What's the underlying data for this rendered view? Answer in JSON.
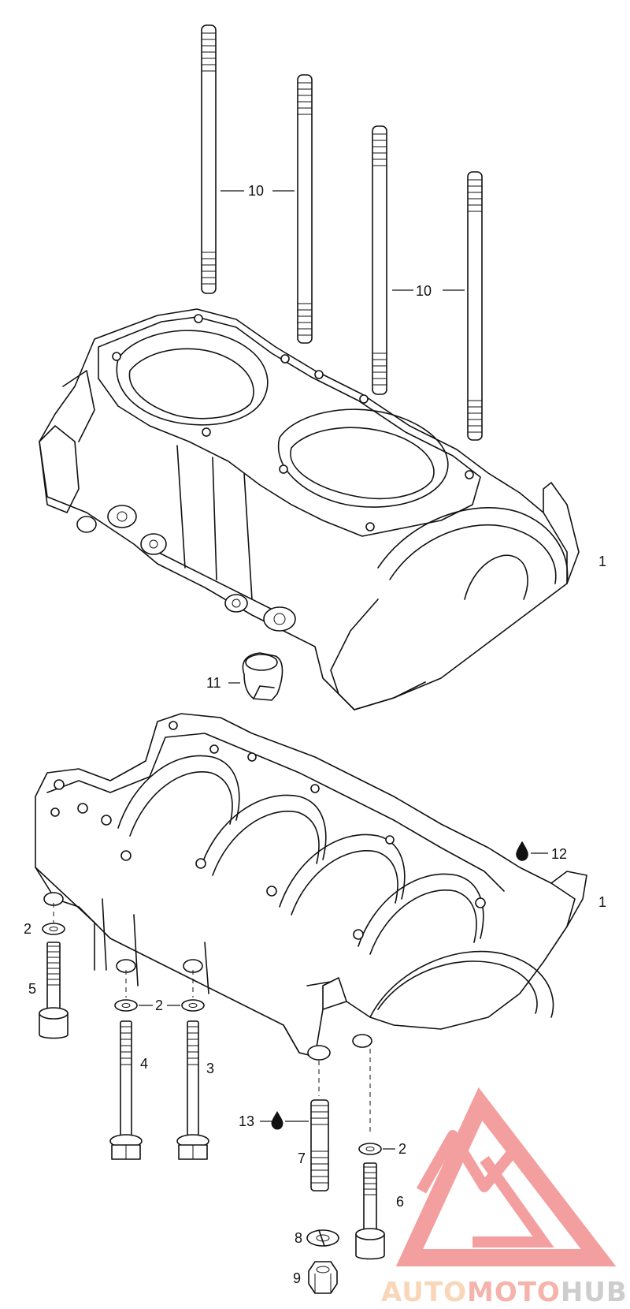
{
  "callouts": {
    "c1_top": "1",
    "c1_bottom": "1",
    "c2_left": "2",
    "c2_mid": "2",
    "c2_right": "2",
    "c3": "3",
    "c4": "4",
    "c5": "5",
    "c6": "6",
    "c7": "7",
    "c8": "8",
    "c9": "9",
    "c10_left": "10",
    "c10_right": "10",
    "c11": "11",
    "c12": "12",
    "c13": "13"
  },
  "watermark": {
    "part1": "AUTO",
    "part2": "MOTO",
    "part3": "HUB",
    "color_auto": "#f7c9a0",
    "color_moto": "#f29a8f",
    "color_hub": "#bdbdbd",
    "logo_color": "#f08080"
  },
  "icons": {
    "oil_drop": "drop-icon"
  }
}
